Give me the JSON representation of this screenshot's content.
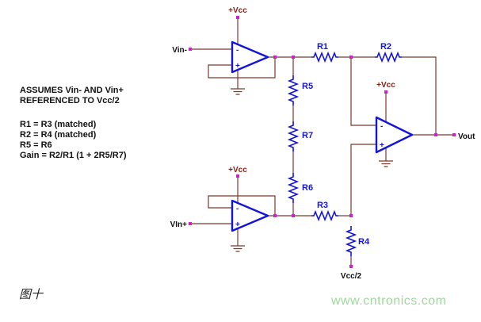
{
  "notes": {
    "line1": "ASSUMES Vin- AND Vin+",
    "line2": "REFERENCED TO Vcc/2",
    "line3": "R1 = R3 (matched)",
    "line4": "R2 = R4 (matched)",
    "line5": "R5 = R6",
    "line6": "Gain = R2/R1 (1 + 2R5/R7)"
  },
  "labels": {
    "vcc_top": "+Vcc",
    "vcc_mid": "+Vcc",
    "vcc_bot": "+Vcc",
    "vin_minus": "Vin-",
    "vin_plus": "VIn+",
    "vout": "Vout",
    "vcc_half": "Vcc/2",
    "r1": "R1",
    "r2": "R2",
    "r3": "R3",
    "r4": "R4",
    "r5": "R5",
    "r6": "R6",
    "r7": "R7",
    "minus": "-",
    "plus": "+"
  },
  "footer": {
    "caption": "图十",
    "watermark": "www.cntronics.com"
  },
  "colors": {
    "wire": "#7b3a2d",
    "component_blue": "#1414dc",
    "junction_magenta": "#cc22cc",
    "vcc_red": "#8b2015",
    "watermark_green": "#9fd89f"
  }
}
